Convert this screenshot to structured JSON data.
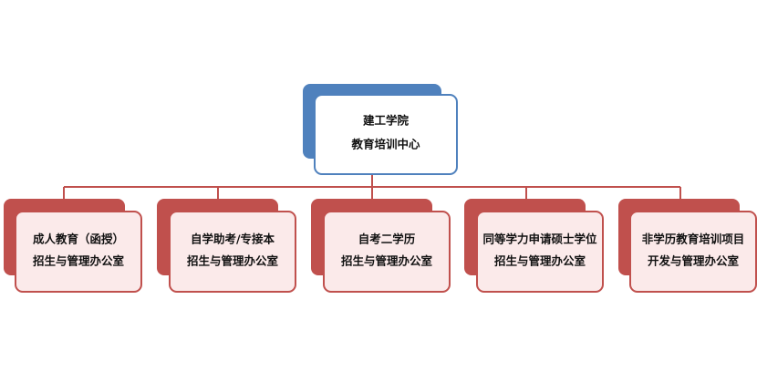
{
  "colors": {
    "root_shadow": "#4f81bd",
    "root_border": "#4f81bd",
    "child_shadow": "#c0504d",
    "child_border": "#c0504d",
    "child_fill": "#fbeaea",
    "connector": "#c0504d"
  },
  "root": {
    "line1": "建工学院",
    "line2": "教育培训中心"
  },
  "children": [
    {
      "line1": "成人教育（函授）",
      "line2": "招生与管理办公室"
    },
    {
      "line1": "自学助考/专接本",
      "line2": "招生与管理办公室"
    },
    {
      "line1": "自考二学历",
      "line2": "招生与管理办公室"
    },
    {
      "line1": "同等学力申请硕士学位",
      "line2": "招生与管理办公室"
    },
    {
      "line1": "非学历教育培训项目",
      "line2": "开发与管理办公室"
    }
  ]
}
